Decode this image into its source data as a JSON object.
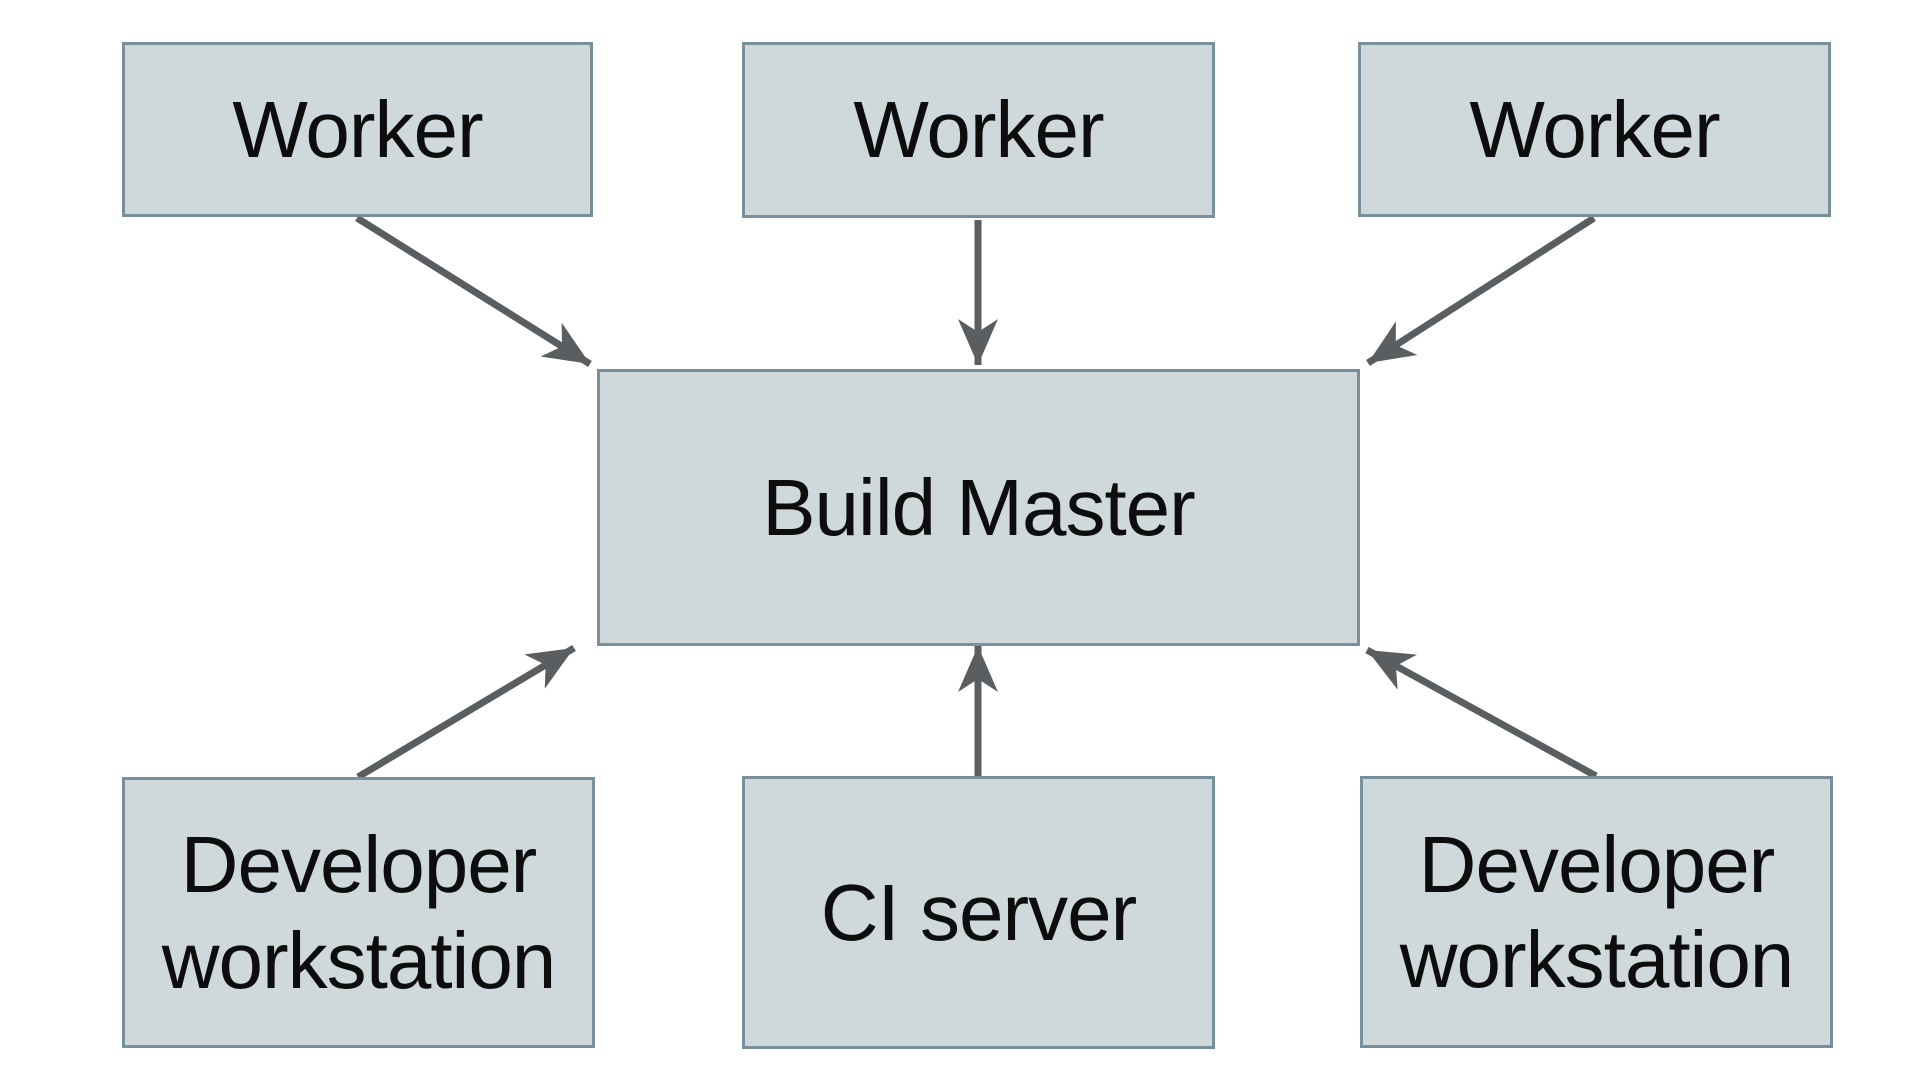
{
  "diagram": {
    "type": "architecture-diagram",
    "background": "#ffffff",
    "node_fill": "#cfd8da",
    "node_border": "#78909b",
    "arrow_color": "#5b5e60",
    "text_color": "#0d0d0d",
    "nodes": [
      {
        "id": "worker-1",
        "label": "Worker"
      },
      {
        "id": "worker-2",
        "label": "Worker"
      },
      {
        "id": "worker-3",
        "label": "Worker"
      },
      {
        "id": "build-master",
        "label": "Build Master"
      },
      {
        "id": "developer-workstation-left",
        "label": "Developer workstation"
      },
      {
        "id": "ci-server",
        "label": "CI server"
      },
      {
        "id": "developer-workstation-right",
        "label": "Developer workstation"
      }
    ],
    "edges": [
      {
        "from": "worker-1",
        "to": "build-master",
        "direction": "into-build-master"
      },
      {
        "from": "worker-2",
        "to": "build-master",
        "direction": "into-build-master"
      },
      {
        "from": "worker-3",
        "to": "build-master",
        "direction": "into-build-master"
      },
      {
        "from": "developer-workstation-left",
        "to": "build-master",
        "direction": "into-build-master"
      },
      {
        "from": "ci-server",
        "to": "build-master",
        "direction": "into-build-master"
      },
      {
        "from": "developer-workstation-right",
        "to": "build-master",
        "direction": "into-build-master"
      }
    ]
  }
}
